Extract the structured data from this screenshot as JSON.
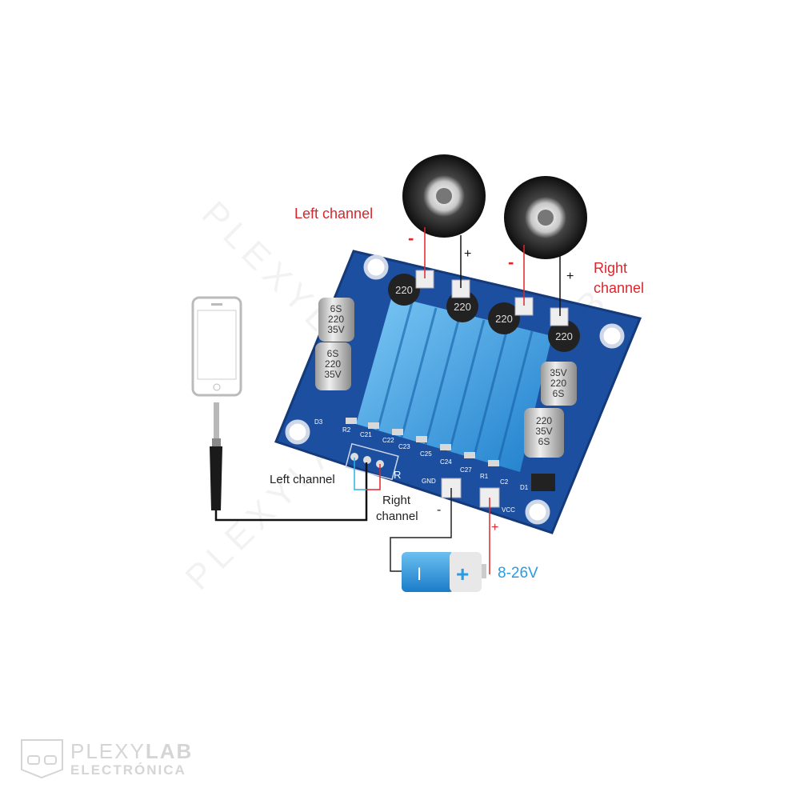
{
  "labels": {
    "left_channel_top": "Left channel",
    "right_channel_top_line1": "Right",
    "right_channel_top_line2": "channel",
    "left_channel_bottom": "Left channel",
    "right_channel_bottom_line1": "Right",
    "right_channel_bottom_line2": "channel",
    "voltage": "8-26V",
    "minus": "-",
    "plus": "+",
    "battery_minus": "I",
    "battery_plus": "+"
  },
  "board": {
    "gnd": "GND",
    "vcc": "VCC",
    "r_mark": "R",
    "capacitor_text": [
      "6S",
      "220",
      "35V"
    ],
    "inductor_text": "220",
    "refs": [
      "C21",
      "C22",
      "C23",
      "C25",
      "C24",
      "C27",
      "R1",
      "C2",
      "D1",
      "D3",
      "R2"
    ]
  },
  "watermark": "PLEXYLAB",
  "logo": {
    "line1_light": "PLEXY",
    "line1_bold": "LAB",
    "line2": "ELECTRÓNICA"
  },
  "colors": {
    "board": "#1d4fa0",
    "heatsink": "#3aa6e8",
    "red_wire": "#e0262b",
    "voltage_text": "#2a9be0",
    "label_red": "#d8262b"
  }
}
